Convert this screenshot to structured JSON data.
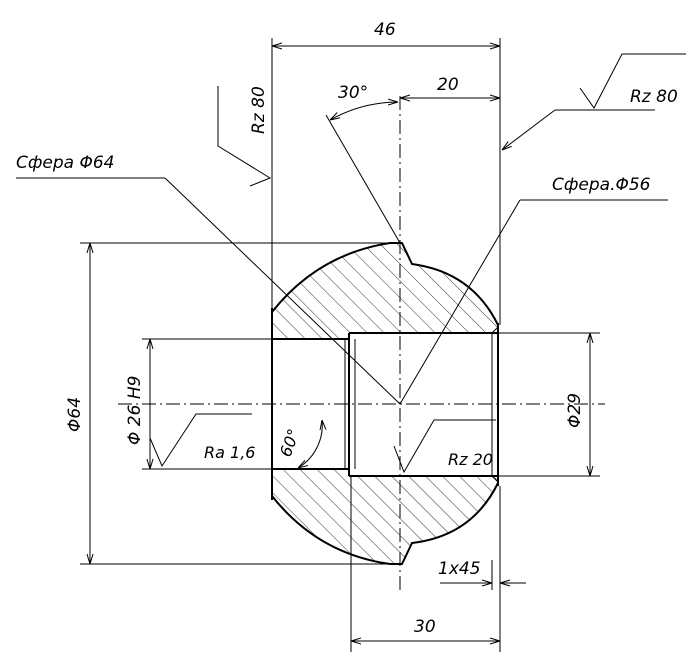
{
  "labels": {
    "dim_46": "46",
    "dim_30deg": "30°",
    "dim_20": "20",
    "rz80_left": "Rz 80",
    "rz80_right": "Rz 80",
    "sphere64": "Сфера Φ64",
    "sphere56": "Сфера.Φ56",
    "dia64": "Φ64",
    "dia26": "Φ 26 H9",
    "ra16": "Ra 1,6",
    "angle60": "60°",
    "rz20": "Rz 20",
    "dia29": "Φ29",
    "chamfer": "1x45",
    "dim_30": "30"
  }
}
